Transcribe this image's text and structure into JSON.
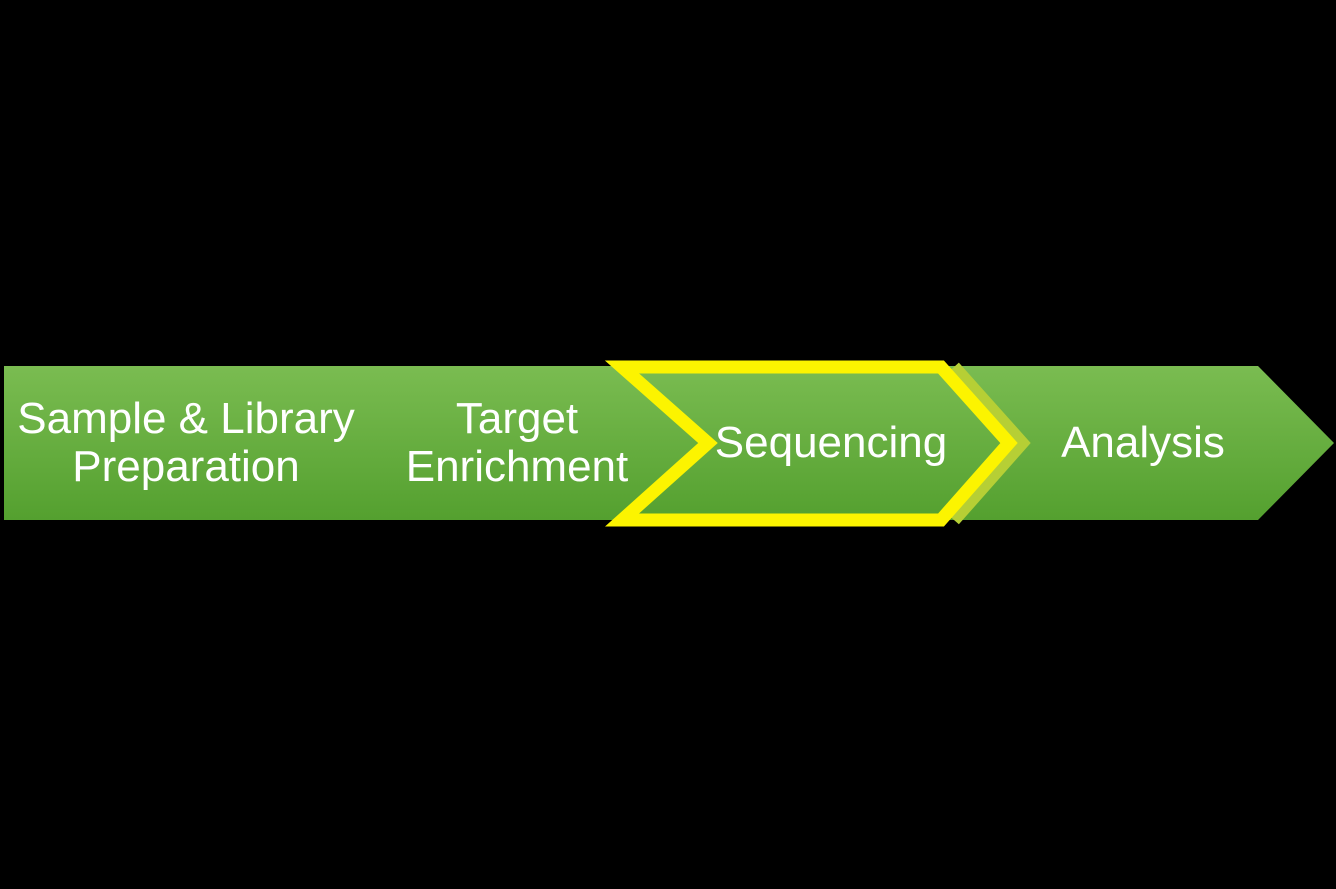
{
  "diagram": {
    "type": "process-flow-arrow",
    "description": "Horizontal green workflow arrow with four stages; the Sequencing stage is highlighted with a yellow chevron outline",
    "steps": [
      {
        "id": "sample-library-preparation",
        "lines": [
          "Sample & Library",
          "Preparation"
        ],
        "highlighted": false
      },
      {
        "id": "target-enrichment",
        "lines": [
          "Target",
          "Enrichment"
        ],
        "highlighted": false
      },
      {
        "id": "sequencing",
        "lines": [
          "Sequencing"
        ],
        "highlighted": true
      },
      {
        "id": "analysis",
        "lines": [
          "Analysis"
        ],
        "highlighted": false
      }
    ],
    "highlighted_step": "Sequencing"
  },
  "colors": {
    "background": "#000000",
    "arrow_gradient_top": "#7abc51",
    "arrow_gradient_bottom": "#54a02f",
    "label_text": "#ffffff",
    "highlight_outline": "#fcf400",
    "highlight_shadow": "#b6cf35"
  }
}
